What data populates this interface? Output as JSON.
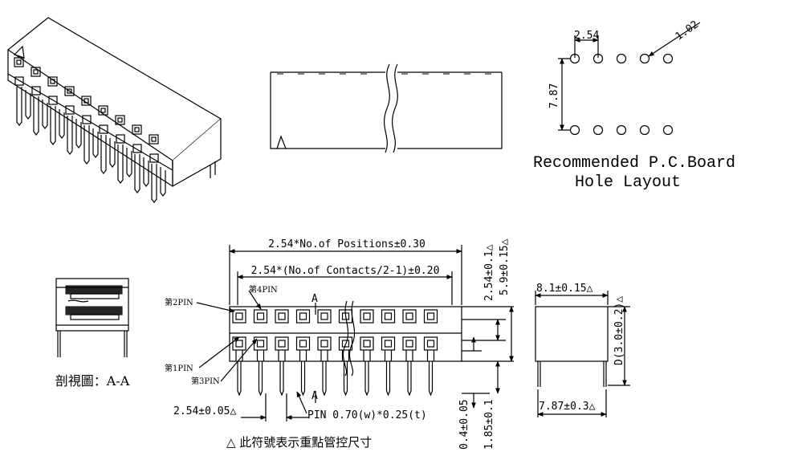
{
  "pcb_layout": {
    "pitch": "2.54",
    "hole_dia": "1.02",
    "row_spacing": "7.87",
    "caption_line1": "Recommended P.C.Board",
    "caption_line2": "Hole Layout"
  },
  "front_view": {
    "overall_length": "2.54*No.of Positions±0.30",
    "contact_span": "2.54*(No.of Contacts/2-1)±0.20",
    "section_marker": "A",
    "pin2_label": "第2PIN",
    "pin4_label": "第4PIN",
    "pin1_label": "第1PIN",
    "pin3_label": "第3PIN",
    "pitch_tol": "2.54±0.05△",
    "pin_size": "PIN 0.70(w)*0.25(t)",
    "row_pitch": "2.54±0.1△",
    "height": "5.9±0.15△",
    "tail_length": "0.4±0.05",
    "standoff": "1.85±0.1"
  },
  "side_view": {
    "width": "8.1±0.15△",
    "depth": "D(3.0±0.2)△",
    "tail_spacing": "7.87±0.3△"
  },
  "section_view": {
    "caption": "剖視圖：A-A"
  },
  "footnote": "△ 此符號表示重點管控尺寸"
}
